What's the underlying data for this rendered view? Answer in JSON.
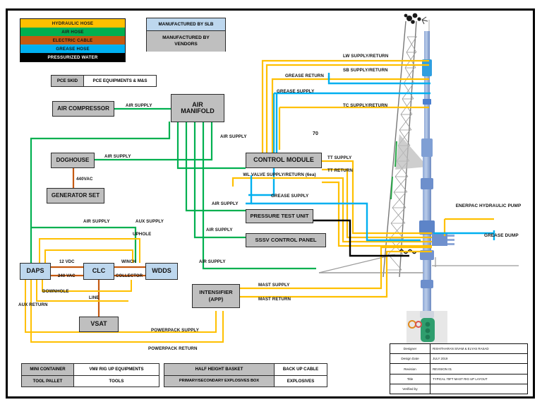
{
  "drawing": {
    "title": "TYPICAL 70FT MAST RIG UP LAYOUT",
    "sheet_number_label": "70"
  },
  "colors": {
    "hydraulic_hose": "#FFC000",
    "air_hose": "#00B050",
    "electric_cable": "#C55A11",
    "grease_hose": "#00B0F0",
    "pressurized_water": "#000000",
    "slb_blue": "#BDD7EE",
    "vendor_gray": "#BFBFBF"
  },
  "legend": {
    "items": [
      {
        "label": "HYDRAULIC HOSE",
        "color": "#FFC000",
        "text_color": "#1a1a1a"
      },
      {
        "label": "AIR HOSE",
        "color": "#00B050",
        "text_color": "#1a1a1a"
      },
      {
        "label": "ELECTRIC CABLE",
        "color": "#C55A11",
        "text_color": "#111111"
      },
      {
        "label": "GREASE HOSE",
        "color": "#00B0F0",
        "text_color": "#111111"
      },
      {
        "label": "PRESSURIZED WATER",
        "color": "#000000",
        "text_color": "#ffffff"
      }
    ]
  },
  "manufacturer_key": {
    "slb": "MANUFACTURED BY SLB",
    "vendors": "MANUFACTURED BY VENDORS"
  },
  "pce_key": {
    "skid": "PCE SKID",
    "equipment": "PCE EQUIPMENTS & M&S"
  },
  "equipment": {
    "air_compressor": "AIR COMPRESSOR",
    "air_manifold": "AIR MANIFOLD",
    "doghouse": "DOGHOUSE",
    "generator_set": "GENERATOR SET",
    "control_module": "CONTROL MODULE",
    "pressure_test_unit": "PRESSURE TEST UNIT",
    "sssv_control_panel": "SSSV CONTROL PANEL",
    "intensifier": "INTENSIFIER (APP)",
    "daps": "DAPS",
    "clc": "CLC",
    "wdds": "WDDS",
    "vsat": "VSAT"
  },
  "line_labels": {
    "air_supply": "AIR SUPPLY",
    "air_supply_manifold": "AIR SUPPLY",
    "air_supply_doghouse": "AIR SUPPLY",
    "air_supply_cm": "AIR SUPPLY",
    "air_supply_ptu": "AIR SUPPLY",
    "air_supply_sssv": "AIR SUPPLY",
    "air_supply_daps": "AIR SUPPLY",
    "air_supply_low": "AIR SUPPLY",
    "vac_440": "440VAC",
    "vdc_12": "12 VDC",
    "vac_240": "240 VAC",
    "winch": "WINCH",
    "collector": "COLLECTOR",
    "uphole": "UPHOLE",
    "downhole": "DOWNHOLE",
    "aux_supply": "AUX SUPPLY",
    "aux_return": "AUX RETURN",
    "line": "LINE",
    "powerpack_supply": "POWERPACK SUPPLY",
    "powerpack_return": "POWERPACK RETURN",
    "mast_supply": "MAST SUPPLY",
    "mast_return": "MAST RETURN",
    "lw_supply_return": "LW SUPPLY/RETURN",
    "sb_supply_return": "SB SUPPLY/RETURN",
    "tc_supply_return": "TC SUPPLY/RETURN",
    "grease_return": "GREASE RETURN",
    "grease_supply_top": "GREASE SUPPLY",
    "grease_supply_cm": "GREASE SUPPLY",
    "tt_supply": "TT SUPPLY",
    "tt_return": "TT RETURN",
    "wl_valve": "WL VALVE SUPPLY/RETURN (6ea)",
    "enerpac": "ENERPAC HYDRAULIC PUMP",
    "grease_dump": "GREASE DUMP"
  },
  "bottom_tables": {
    "left": [
      {
        "key": "MINI CONTAINER",
        "value": "VMI/ RIG UP EQUIPMENTS"
      },
      {
        "key": "TOOL PALLET",
        "value": "TOOLS"
      }
    ],
    "right": [
      {
        "key": "HALF HEIGHT BASKET",
        "value": "BACK UP CABLE"
      },
      {
        "key": "PRIMARY/SECONDARY EXPLOSIVES BOX",
        "value": "EXPLOSIVES"
      }
    ]
  },
  "title_block": {
    "rows": [
      {
        "key": "Designer",
        "value": "RISHITHARAN SIVAM & ELYAS RASAD"
      },
      {
        "key": "Design Date",
        "value": "JULY 2019"
      },
      {
        "key": "Revision",
        "value": "REVISION 01"
      },
      {
        "key": "Title",
        "value": "TYPICAL 70FT MAST RIG UP LAYOUT"
      },
      {
        "key": "Verified by",
        "value": ""
      }
    ]
  }
}
